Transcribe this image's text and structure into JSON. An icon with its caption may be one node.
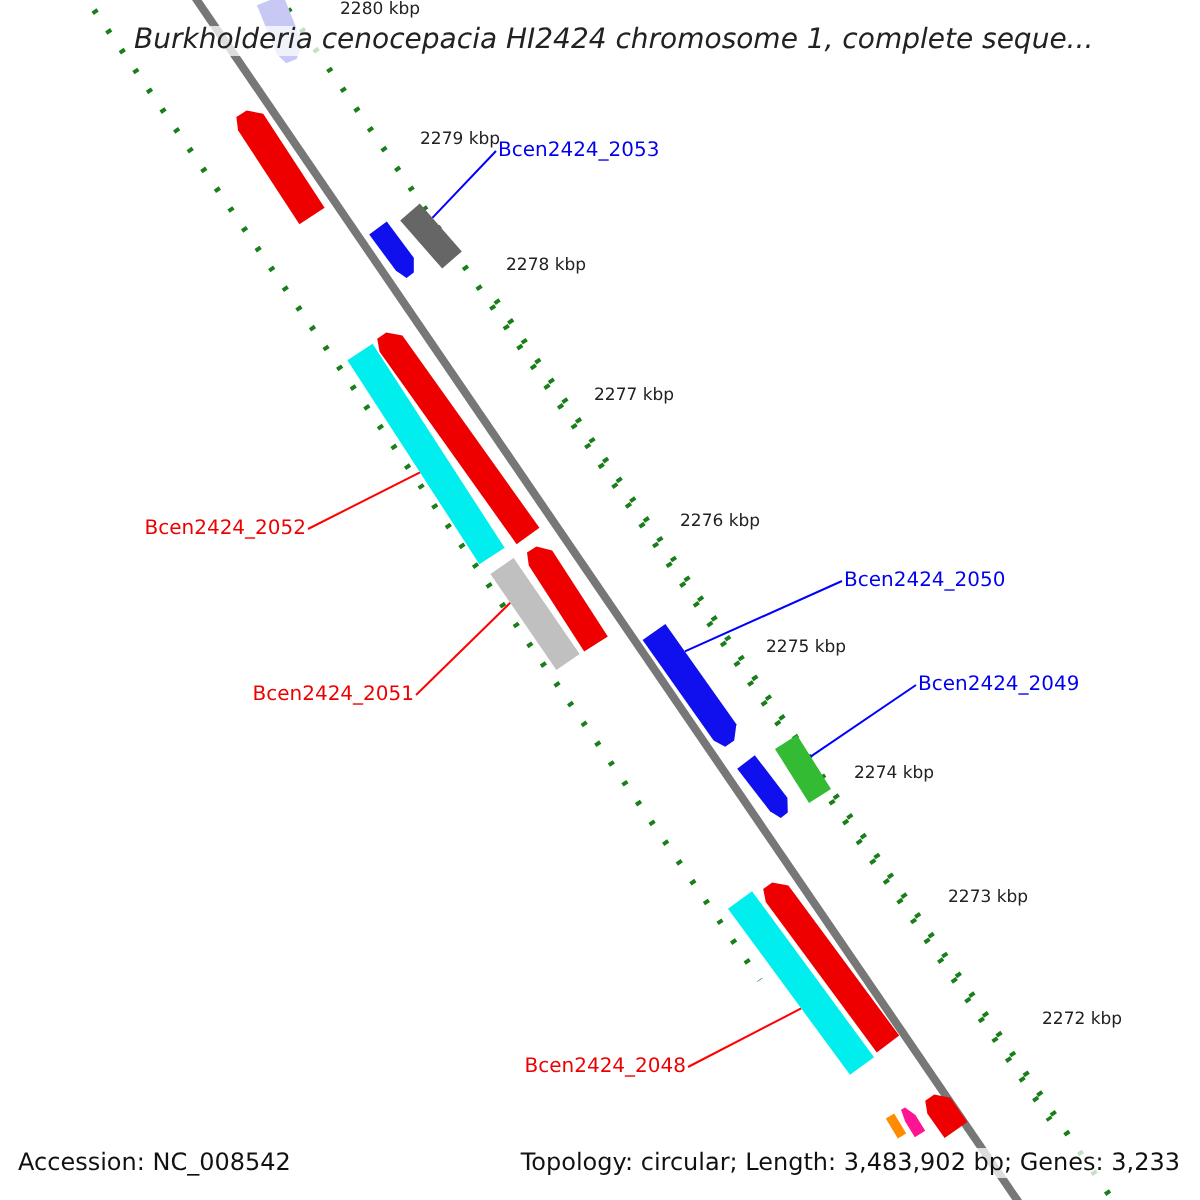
{
  "diagram": {
    "title": "Burkholderia cenocepacia HI2424 chromosome 1, complete seque...",
    "nodes": [
      {
        "text": [
          "Bcen2424_2053"
        ]
      },
      {
        "text": [],
        "shape": "bar"
      },
      {
        "text": [
          "Bcen2424_2052"
        ]
      },
      {
        "text": [],
        "shape": "bar"
      },
      {
        "text": [
          "Bcen2424_2051"
        ]
      },
      {
        "text": [],
        "shape": "bar"
      },
      {
        "text": [
          "Bcen2424_2050"
        ]
      },
      {
        "text": [],
        "shape": "bar"
      },
      {
        "text": [
          "Bcen2424_2049"
        ]
      },
      {
        "text": [],
        "shape": "bar"
      },
      {
        "text": [
          "Bcen2424_2048"
        ]
      },
      {
        "text": [],
        "shape": "bar"
      },
      {
        "text": [],
        "shape": "bar"
      },
      {
        "text": [],
        "shape": "bar"
      },
      {
        "text": [],
        "shape": "bar"
      },
      {
        "text": [],
        "shape": "bar"
      },
      {
        "text": [],
        "shape": "bar"
      },
      {
        "text": [],
        "shape": "bar"
      },
      {
        "text": [],
        "shape": "bar"
      },
      {
        "text": [],
        "shape": "bar"
      },
      {
        "text": [],
        "shape": "bar"
      },
      {
        "text": [],
        "shape": "bar"
      }
    ],
    "edges": [
      {
        "from": 0,
        "to": 1,
        "arrow": "none",
        "color": "#0000ff"
      },
      {
        "from": 2,
        "to": 3,
        "arrow": "none",
        "color": "#ff0000"
      },
      {
        "from": 4,
        "to": 5,
        "arrow": "none",
        "color": "#ff0000"
      },
      {
        "from": 6,
        "to": 7,
        "arrow": "none",
        "color": "#0000ff"
      },
      {
        "from": 8,
        "to": 9,
        "arrow": "none",
        "color": "#0000ff"
      },
      {
        "from": 10,
        "to": 11,
        "arrow": "none",
        "color": "#ff0000"
      }
    ],
    "labels": [
      "2280 kbp",
      "2279 kbp",
      "2278 kbp",
      "2277 kbp",
      "2276 kbp",
      "2275 kbp",
      "2274 kbp",
      "2273 kbp",
      "2272 kbp",
      "Accession: NC_008542",
      "Topology: circular; Length: 3,483,902 bp; Genes: 3,233"
    ]
  }
}
